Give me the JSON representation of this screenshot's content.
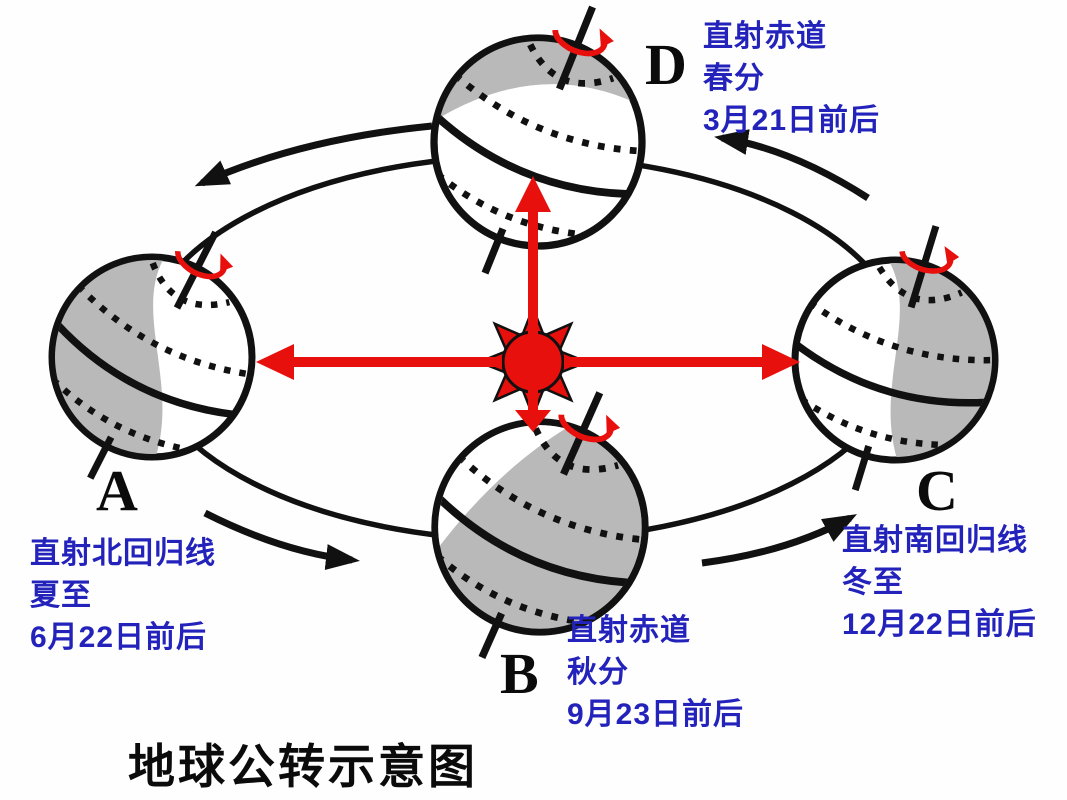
{
  "diagram": {
    "title": "地球公转示意图",
    "positions": [
      {
        "letter": "D",
        "insolation": "直射赤道",
        "solar_term": "春分",
        "date": "3月21日前后"
      },
      {
        "letter": "A",
        "insolation": "直射北回归线",
        "solar_term": "夏至",
        "date": "6月22日前后"
      },
      {
        "letter": "B",
        "insolation": "直射赤道",
        "solar_term": "秋分",
        "date": "9月23日前后"
      },
      {
        "letter": "C",
        "insolation": "直射南回归线",
        "solar_term": "冬至",
        "date": "12月22日前后"
      }
    ],
    "icons": {
      "sun": "sun-icon",
      "rotation": "rotation-arrow-icon",
      "revolution": "revolution-arrow-icon",
      "sunray": "sunray-arrow-icon"
    },
    "colors": {
      "label_blue": "#2323bb",
      "arrow_red": "#e8100c",
      "night_gray": "#b9b9b9",
      "ink_black": "#111111"
    }
  }
}
